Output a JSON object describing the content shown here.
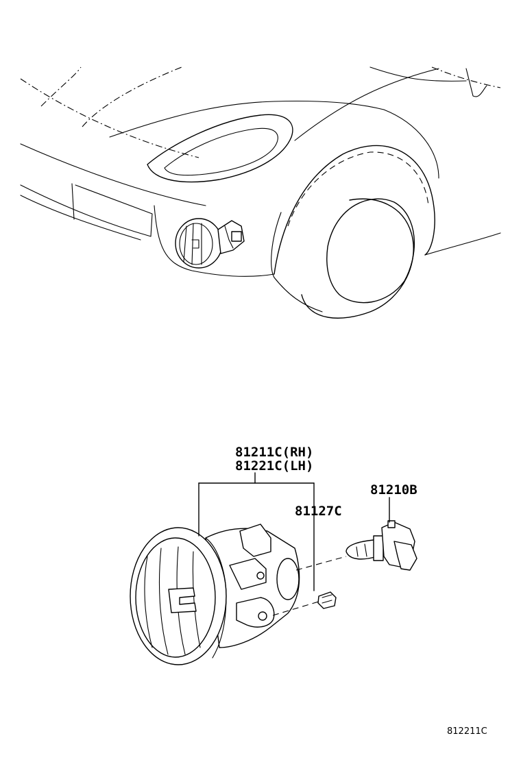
{
  "labels": {
    "fog_lamp_rh": "81211C(RH)",
    "fog_lamp_lh": "81221C(LH)",
    "bulb": "81210B",
    "clip": "81127C"
  },
  "figure_code": "812211C"
}
